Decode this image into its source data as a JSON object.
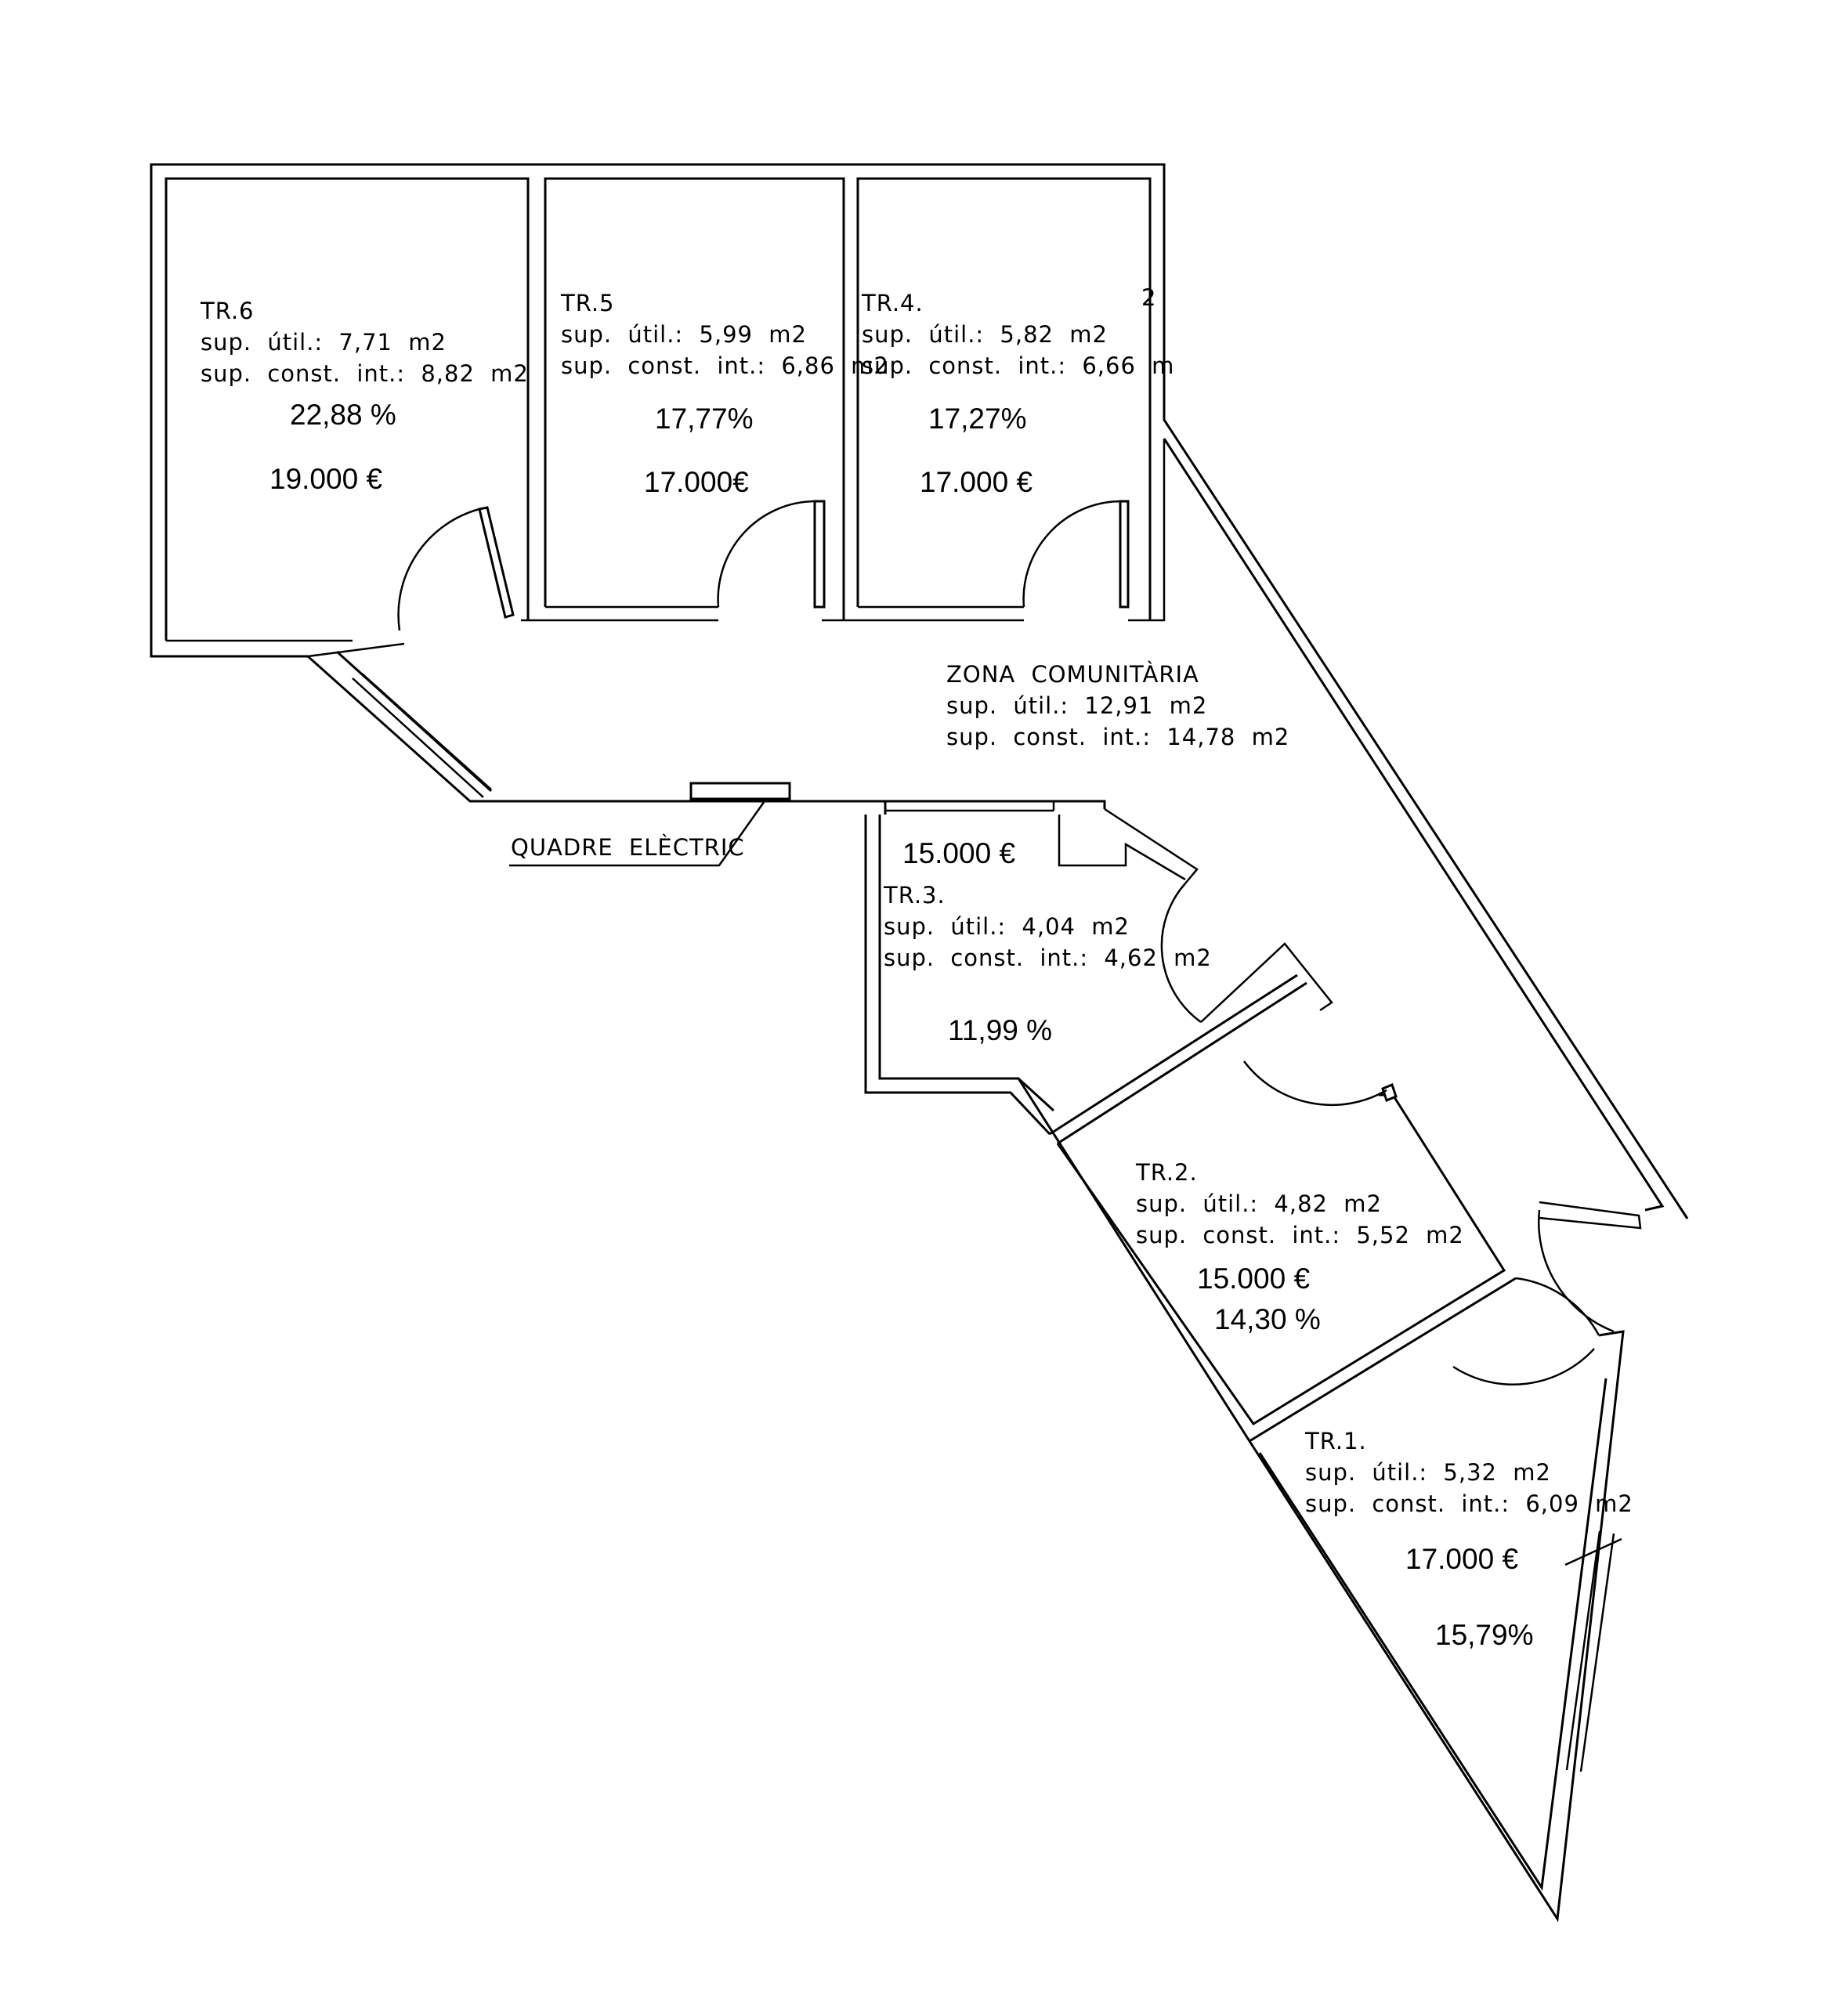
{
  "rooms": {
    "tr6": {
      "name": "TR.6",
      "util": "sup. útil.: 7,71 m2",
      "const": "sup. const. int.: 8,82 m2",
      "percent": "22,88 %",
      "price": "19.000 €"
    },
    "tr5": {
      "name": "TR.5",
      "util": "sup. útil.: 5,99 m2",
      "const": "sup. const. int.: 6,86 m2",
      "percent": "17,77%",
      "price": "17.000€"
    },
    "tr4": {
      "name": "TR.4.",
      "util": "sup. útil.: 5,82 m2",
      "const": "sup. const. int.: 6,66 m",
      "percent": "17,27%",
      "price": "17.000 €",
      "stray": "2"
    },
    "tr3": {
      "name": "TR.3.",
      "util": "sup. útil.: 4,04 m2",
      "const": "sup. const. int.: 4,62 m2",
      "percent": "11,99 %",
      "price": "15.000 €"
    },
    "tr2": {
      "name": "TR.2.",
      "util": "sup. útil.: 4,82 m2",
      "const": "sup. const. int.: 5,52 m2",
      "percent": "14,30 %",
      "price": "15.000 €"
    },
    "tr1": {
      "name": "TR.1.",
      "util": "sup. útil.: 5,32 m2",
      "const": "sup. const. int.: 6,09 m2",
      "percent": "15,79%",
      "price": "17.000 €"
    }
  },
  "common": {
    "name": "ZONA COMUNITÀRIA",
    "util": "sup. útil.: 12,91 m2",
    "const": "sup. const. int.: 14,78 m2"
  },
  "panel_label": "QUADRE ELÈCTRIC"
}
